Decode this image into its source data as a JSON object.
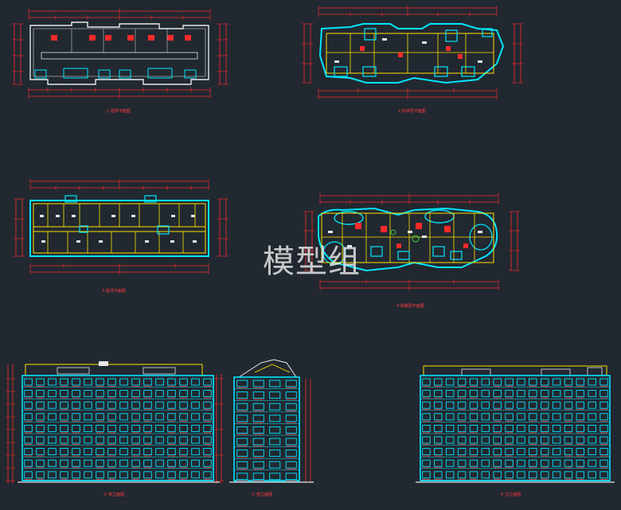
{
  "watermark": "模型组",
  "colors": {
    "background": "#212830",
    "wall": "#00e5ff",
    "dimension": "#ff2a2a",
    "yellow": "#ffe000",
    "white": "#e8e8e8",
    "green": "#40ff40"
  },
  "drawings": [
    {
      "id": "plan-1",
      "kind": "floor-plan",
      "caption": "1 首层平面图"
    },
    {
      "id": "plan-2",
      "kind": "floor-plan",
      "caption": "2 标准层平面图"
    },
    {
      "id": "plan-3",
      "kind": "floor-plan",
      "caption": "3 屋顶平面图"
    },
    {
      "id": "plan-4",
      "kind": "floor-plan",
      "caption": "4 阁楼层平面图"
    },
    {
      "id": "elev-1",
      "kind": "elevation",
      "caption": "① 南立面图"
    },
    {
      "id": "elev-2",
      "kind": "elevation",
      "caption": "② 侧立面图"
    },
    {
      "id": "elev-3",
      "kind": "elevation",
      "caption": "③ 北立面图"
    }
  ]
}
